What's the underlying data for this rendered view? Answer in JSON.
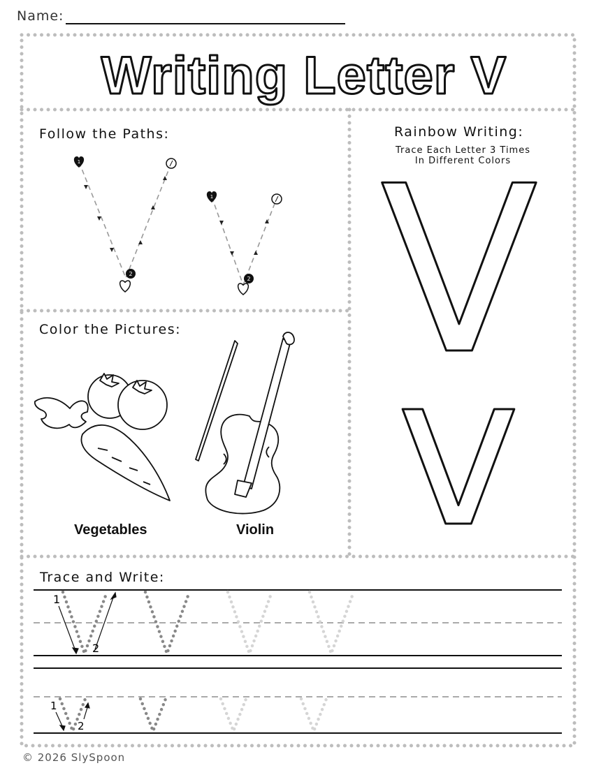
{
  "header": {
    "name_label": "Name:"
  },
  "title": "Writing Letter V",
  "sections": {
    "paths": {
      "label": "Follow the Paths:",
      "step_start": "1",
      "step_end": "2"
    },
    "rainbow": {
      "label": "Rainbow Writing:",
      "instruction_line1": "Trace Each Letter 3 Times",
      "instruction_line2": "In Different Colors",
      "upper": "V",
      "lower": "v"
    },
    "pictures": {
      "label": "Color the Pictures:",
      "items": [
        {
          "name": "Vegetables"
        },
        {
          "name": "Violin"
        }
      ]
    },
    "trace": {
      "label": "Trace and Write:",
      "upper": "V",
      "lower": "v",
      "step1": "1",
      "step2": "2"
    }
  },
  "footer": {
    "copyright": "© 2026 SlySpoon"
  },
  "colors": {
    "border_dots": "#bdbdbd",
    "guide_dash": "#aaaaaa",
    "trace_dark": "#888888",
    "trace_light": "#d5d5d5"
  }
}
